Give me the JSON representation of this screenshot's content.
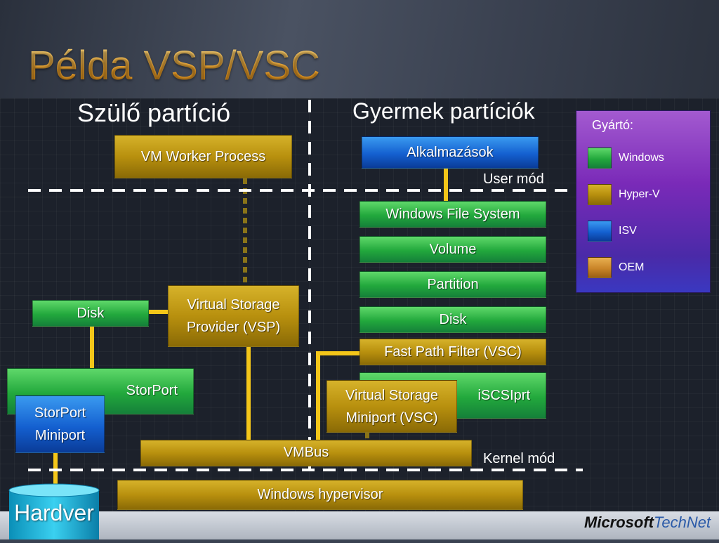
{
  "slide": {
    "title": "Példa VSP/VSC",
    "parent_heading": "Szülő partíció",
    "child_heading": "Gyermek partíciók"
  },
  "modes": {
    "user": "User mód",
    "kernel": "Kernel mód"
  },
  "boxes": {
    "vm_worker": "VM Worker Process",
    "alkalmazasok": "Alkalmazások",
    "wfs": "Windows File System",
    "volume": "Volume",
    "partition": "Partition",
    "disk_child": "Disk",
    "fast_path": "Fast Path Filter (VSC)",
    "iscsi": "iSCSIprt",
    "vsc_line1": "Virtual Storage",
    "vsc_line2": "Miniport (VSC)",
    "vsp_line1": "Virtual Storage",
    "vsp_line2": "Provider (VSP)",
    "disk_parent": "Disk",
    "storport": "StorPort",
    "storport_mini_line1": "StorPort",
    "storport_mini_line2": "Miniport",
    "vmbus": "VMBus",
    "hypervisor": "Windows hypervisor",
    "hardware": "Hardver"
  },
  "legend": {
    "title": "Gyártó:",
    "items": [
      {
        "label": "Windows",
        "color": "#22a83c"
      },
      {
        "label": "Hyper-V",
        "color": "#b8900e"
      },
      {
        "label": "ISV",
        "color": "#1460d0"
      },
      {
        "label": "OEM",
        "color": "#c98428"
      }
    ]
  },
  "footer": {
    "brand_ms": "Microsoft",
    "brand_tn": "TechNet"
  }
}
